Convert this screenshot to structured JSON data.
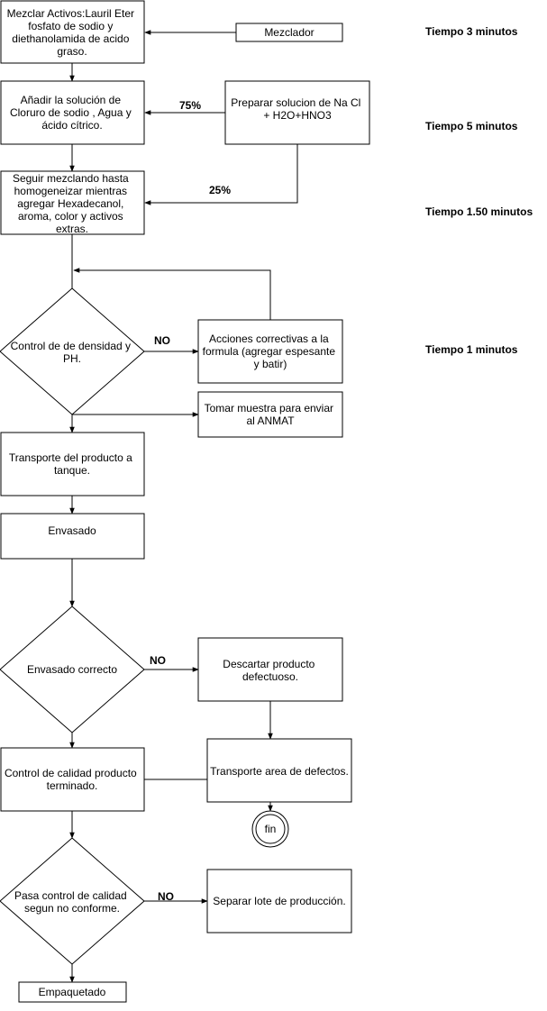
{
  "nodes": {
    "mezclar_activos": [
      "Mezclar Activos:Lauril  Eter",
      "fosfato de sodio y",
      "diethanolamida de acido",
      "graso."
    ],
    "mezclador": "Mezclador",
    "anadir_solucion": [
      "Añadir la solución de",
      "Cloruro de sodio , Agua y",
      "ácido cítrico."
    ],
    "preparar_solucion": [
      "Preparar solucion de Na Cl",
      "+ H2O+HNO3"
    ],
    "seguir_mezclando": [
      "Seguir mezclando hasta",
      "homogeneizar mientras",
      "agregar Hexadecanol,",
      "aroma, color y activos",
      "extras."
    ],
    "control_densidad": [
      "Control de de densidad y",
      "PH."
    ],
    "acciones_correctivas": [
      "Acciones correctivas a la",
      "formula (agregar espesante",
      "y batir)"
    ],
    "tomar_muestra": [
      "Tomar muestra para enviar",
      "al ANMAT"
    ],
    "transporte_tanque": [
      "Transporte del producto a",
      "tanque."
    ],
    "envasado": "Envasado",
    "envasado_correcto": "Envasado correcto",
    "descartar_producto": [
      "Descartar producto",
      "defectuoso."
    ],
    "control_calidad": [
      "Control de calidad producto",
      "terminado."
    ],
    "transporte_defectos": "Transporte area de defectos.",
    "fin": "fin",
    "pasa_control": [
      "Pasa control de calidad",
      "segun no conforme."
    ],
    "separar_lote": "Separar lote de producción.",
    "empaquetado": "Empaquetado"
  },
  "edge_labels": {
    "pct_75": "75%",
    "pct_25": "25%",
    "no_1": "NO",
    "no_2": "NO",
    "no_3": "NO"
  },
  "times": {
    "t1": "Tiempo 3 minutos",
    "t2": "Tiempo 5 minutos",
    "t3": "Tiempo 1.50 minutos",
    "t4": "Tiempo 1 minutos"
  }
}
